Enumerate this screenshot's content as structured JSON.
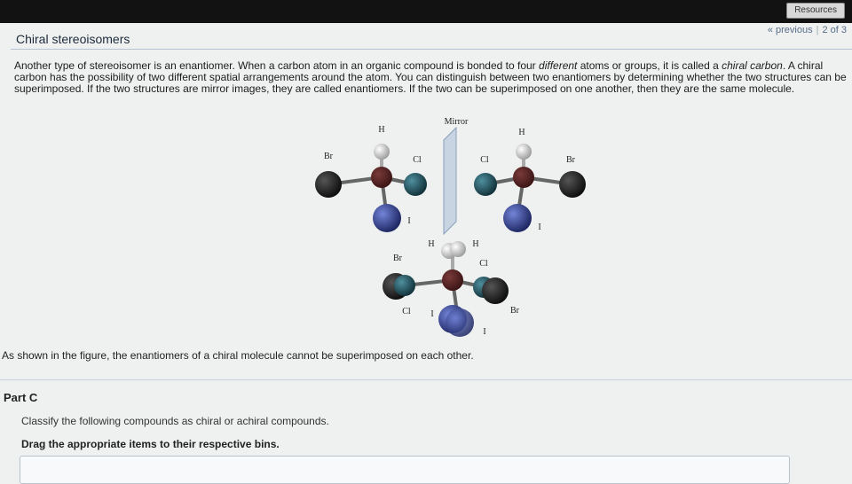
{
  "header": {
    "resources_label": "Resources"
  },
  "nav": {
    "previous_label": "« previous",
    "position": "2 of 3"
  },
  "page": {
    "title": "Chiral stereoisomers"
  },
  "intro": {
    "part1": "Another type of stereoisomer is an enantiomer. When a carbon atom in an organic compound is bonded to four ",
    "em1": "different",
    "part2": " atoms or groups, it is called a ",
    "em2": "chiral carbon",
    "part3": ". A chiral carbon has the possibility of two different spatial arrangements around the atom. You can distinguish between two enantiomers by determining whether the two structures can be superimposed. If the two structures are mirror images, they are called enantiomers. If the two can be superimposed on one another, then they are the same molecule."
  },
  "figure": {
    "mirror_label": "Mirror",
    "labels": {
      "h": "H",
      "br": "Br",
      "cl": "Cl",
      "i": "I"
    },
    "colors": {
      "carbon": "#3a1414",
      "hydrogen": "#d9d9d9",
      "bromine": "#151515",
      "chlorine": "#1c4e5a",
      "iodine": "#23307a",
      "mirror": "#c9d4e2"
    }
  },
  "caption": "As shown in the figure, the enantiomers of a chiral molecule cannot be superimposed on each other.",
  "part_c": {
    "label": "Part C",
    "instruction1": "Classify the following compounds as chiral or achiral compounds.",
    "instruction2": "Drag the appropriate items to their respective bins."
  }
}
